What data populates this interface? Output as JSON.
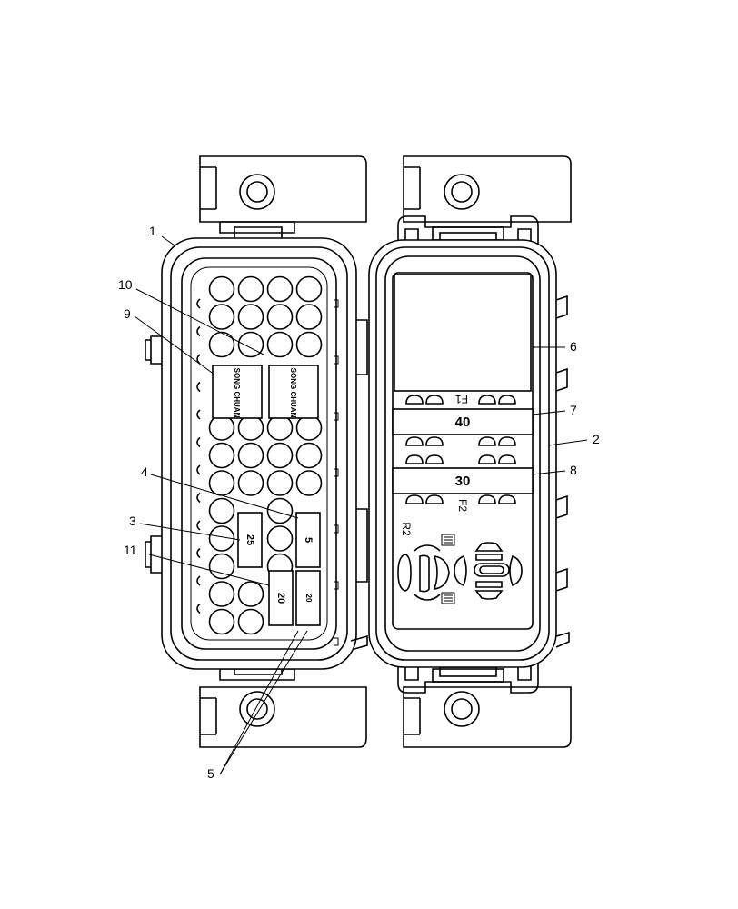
{
  "callouts": [
    {
      "id": "1",
      "label": "1"
    },
    {
      "id": "2",
      "label": "2"
    },
    {
      "id": "3",
      "label": "3"
    },
    {
      "id": "4",
      "label": "4"
    },
    {
      "id": "5",
      "label": "5"
    },
    {
      "id": "6",
      "label": "6"
    },
    {
      "id": "7",
      "label": "7"
    },
    {
      "id": "8",
      "label": "8"
    },
    {
      "id": "9",
      "label": "9"
    },
    {
      "id": "10",
      "label": "10"
    },
    {
      "id": "11",
      "label": "11"
    }
  ],
  "relays": {
    "left": "SONG CHUAN",
    "right": "SONG CHUAN"
  },
  "fuses": {
    "f25": "25",
    "f5": "5",
    "f20a": "20",
    "f20b": "20"
  },
  "maxi_fuses": {
    "f40": "40",
    "f30": "30"
  },
  "cover_markings": {
    "f1": "F1",
    "f2": "F2",
    "r2": "R2"
  },
  "colors": {
    "line": "#000000",
    "background": "#ffffff"
  }
}
